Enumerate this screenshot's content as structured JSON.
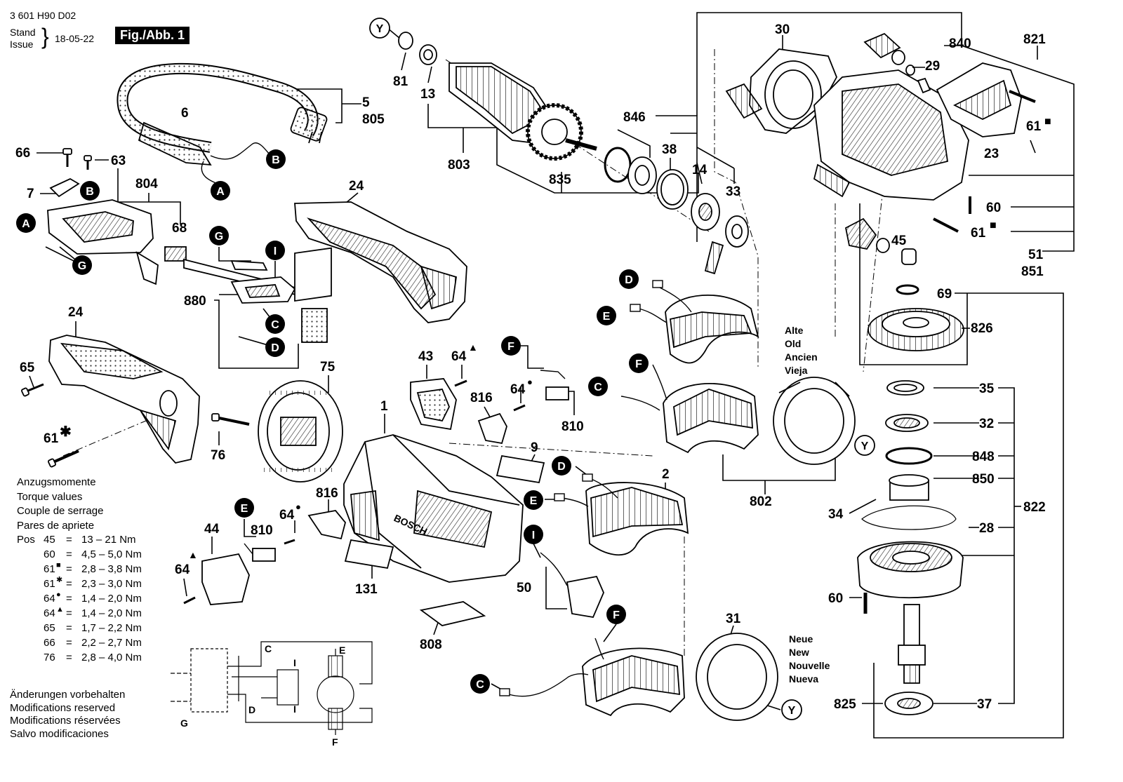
{
  "header": {
    "doc_number": "3 601 H90 D02",
    "stand_label": "Stand",
    "issue_label": "Issue",
    "date": "18-05-22",
    "fig_title": "Fig./Abb. 1"
  },
  "part_labels": {
    "p5": "5",
    "p805": "805",
    "p6": "6",
    "p66a": "66",
    "p63": "63",
    "p7": "7",
    "p804": "804",
    "p68": "68",
    "p24a": "24",
    "p880": "880",
    "p24b": "24",
    "p65": "65",
    "p61a": "61",
    "p75": "75",
    "p76": "76",
    "p43": "43",
    "p64a": "64",
    "p816a": "816",
    "p64b": "64",
    "p810a": "810",
    "p1": "1",
    "p9": "9",
    "p816b": "816",
    "p64c": "64",
    "p810b": "810",
    "p44": "44",
    "p64d": "64",
    "p131": "131",
    "p808": "808",
    "p50": "50",
    "p2": "2",
    "p31": "31",
    "p81": "81",
    "p13": "13",
    "p803": "803",
    "p835": "835",
    "p846": "846",
    "p38": "38",
    "p14": "14",
    "p33": "33",
    "p802": "802",
    "p30": "30",
    "p840": "840",
    "p29": "29",
    "p821": "821",
    "p61b": "61",
    "p23": "23",
    "p60a": "60",
    "p61c": "61",
    "p45": "45",
    "p51": "51",
    "p851": "851",
    "p69": "69",
    "p826": "826",
    "p35": "35",
    "p32": "32",
    "p848": "848",
    "p850": "850",
    "p34": "34",
    "p28": "28",
    "p822": "822",
    "p60b": "60",
    "p825": "825",
    "p37": "37"
  },
  "connector_labels": {
    "A": "A",
    "B": "B",
    "C": "C",
    "D": "D",
    "E": "E",
    "F": "F",
    "G": "G",
    "I": "I",
    "Y": "Y"
  },
  "old_version": {
    "lines": [
      "Alte",
      "Old",
      "Ancien",
      "Vieja"
    ]
  },
  "new_version": {
    "lines": [
      "Neue",
      "New",
      "Nouvelle",
      "Nueva"
    ]
  },
  "torque": {
    "titles": [
      "Anzugsmomente",
      "Torque values",
      "Couple de serrage",
      "Pares de apriete"
    ],
    "pos_label": "Pos",
    "rows": [
      {
        "pos": "45",
        "mark": "",
        "value": "13 – 21 Nm"
      },
      {
        "pos": "60",
        "mark": "",
        "value": "4,5 – 5,0 Nm"
      },
      {
        "pos": "61",
        "mark": "■",
        "value": "2,8 – 3,8 Nm"
      },
      {
        "pos": "61",
        "mark": "✱",
        "value": "2,3 – 3,0 Nm"
      },
      {
        "pos": "64",
        "mark": "●",
        "value": "1,4 – 2,0 Nm"
      },
      {
        "pos": "64",
        "mark": "▲",
        "value": "1,4 – 2,0 Nm"
      },
      {
        "pos": "65",
        "mark": "",
        "value": "1,7 – 2,2 Nm"
      },
      {
        "pos": "66",
        "mark": "",
        "value": "2,2 – 2,7 Nm"
      },
      {
        "pos": "76",
        "mark": "",
        "value": "2,8 – 4,0 Nm"
      }
    ]
  },
  "notes": {
    "lines": [
      "Änderungen vorbehalten",
      "Modifications reserved",
      "Modifications réservées",
      "Salvo modificaciones"
    ]
  },
  "marks": {
    "square": "■",
    "star": "✱",
    "circle": "●",
    "triangle": "▲"
  },
  "schematic": {
    "C": "C",
    "D": "D",
    "E": "E",
    "F": "F",
    "G": "G",
    "I1": "I",
    "I2": "I"
  }
}
